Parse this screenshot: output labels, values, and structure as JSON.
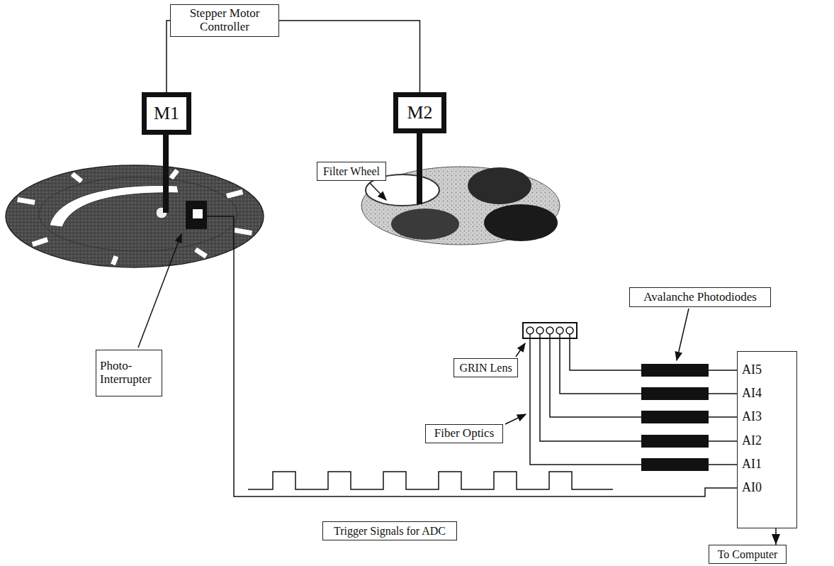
{
  "diagram": {
    "nodes": [
      {
        "text": [
          "Stepper Motor Controller"
        ]
      },
      {
        "text": [
          "M1"
        ]
      },
      {
        "text": [
          "M2"
        ]
      },
      {
        "text": [
          "Filter Wheel"
        ]
      },
      {
        "text": [
          "Avalanche Photodiodes"
        ]
      },
      {
        "text": [
          "GRIN Lens"
        ]
      },
      {
        "text": [
          "Photo- Interrupter"
        ]
      },
      {
        "text": [
          "Fiber Optics"
        ]
      },
      {
        "text": [
          "AI5",
          "AI4",
          "AI3",
          "AI2",
          "AI1",
          "AI0"
        ]
      },
      {
        "text": [
          "Trigger Signals for ADC"
        ]
      },
      {
        "text": [
          "To Computer"
        ]
      }
    ],
    "edges": [
      {
        "from": 0,
        "to": 1,
        "arrow": "none"
      },
      {
        "from": 0,
        "to": 2,
        "arrow": "none"
      },
      {
        "from": 8,
        "to": 10,
        "arrow": "to"
      }
    ]
  }
}
